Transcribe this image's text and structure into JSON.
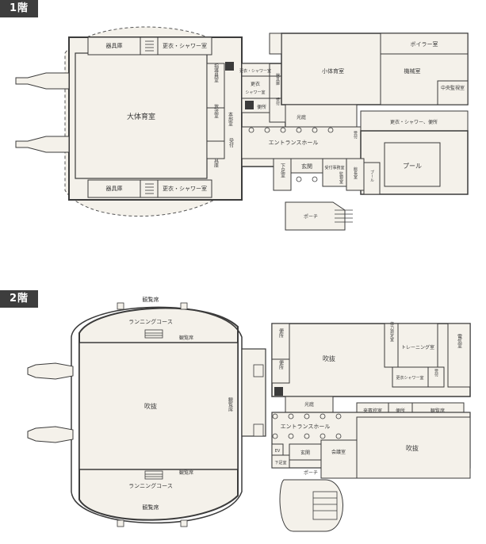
{
  "floors": {
    "floor1": {
      "label": "1階",
      "rooms": {
        "main_arena": "大体育室",
        "storage_top": "器具庫",
        "storage_bottom": "器具庫",
        "locker_top": "更衣・シャワー室",
        "locker_bottom": "更衣・シャワー室",
        "referee_room": "指導員室",
        "broadcast_room": "放送室",
        "headquarters": "本部室",
        "reception_left": "受付",
        "storage_small": "具庫",
        "small_shower": "更衣・シャワー室",
        "locker_small": "更衣",
        "shower_small": "シャワー室",
        "toilet_small": "便所",
        "storage_mid": "器具庫",
        "reception_mid": "受付",
        "small_gym": "小体育室",
        "boiler_room": "ボイラー室",
        "machine_room": "機械室",
        "central_monitor": "中央監視室",
        "courtyard": "光庭",
        "locker_pool": "更衣・シャワー、便所",
        "entrance_hall": "エントランスホール",
        "pool": "プール",
        "janitor": "下足室",
        "main_entrance": "玄関",
        "reception_office": "受付事務室",
        "director_room": "館長室",
        "reception_right": "受付",
        "monitor_room": "監視室",
        "pool_label": "プール",
        "porch": "ポーチ"
      }
    },
    "floor2": {
      "label": "2階",
      "rooms": {
        "seats_top": "観覧席",
        "running_top": "ランニングコース",
        "seats_top_inner": "観覧席",
        "void_main": "吹抜",
        "seats_right": "観覧席",
        "seats_bottom_inner": "観覧席",
        "running_bottom": "ランニングコース",
        "seats_bottom": "観覧席",
        "toilet_a": "便所",
        "toilet_b": "便所",
        "void_mid": "吹抜",
        "fitness_test": "体力測定室",
        "training_room": "トレーニング室",
        "electric_room": "電気室",
        "locker_shower": "更衣シャワー室",
        "reception": "受付",
        "courtyard": "光庭",
        "guest_room": "来賓控室",
        "toilet_c": "便所",
        "seats_mid": "観覧席",
        "entrance_hall": "エントランスホール",
        "void_right": "吹抜",
        "ev": "EV",
        "janitor": "下足室",
        "main_entrance": "玄関",
        "meeting_room": "会議室",
        "porch": "ポーチ"
      }
    }
  },
  "colors": {
    "background": "#ffffff",
    "plan_fill": "#f4f1ea",
    "wall": "#3b3b3b",
    "badge": "#3d3d3d",
    "badge_text": "#ffffff"
  },
  "icons": [
    "wheelchair-icon",
    "stairs-icon",
    "entrance-ramp-icon"
  ]
}
